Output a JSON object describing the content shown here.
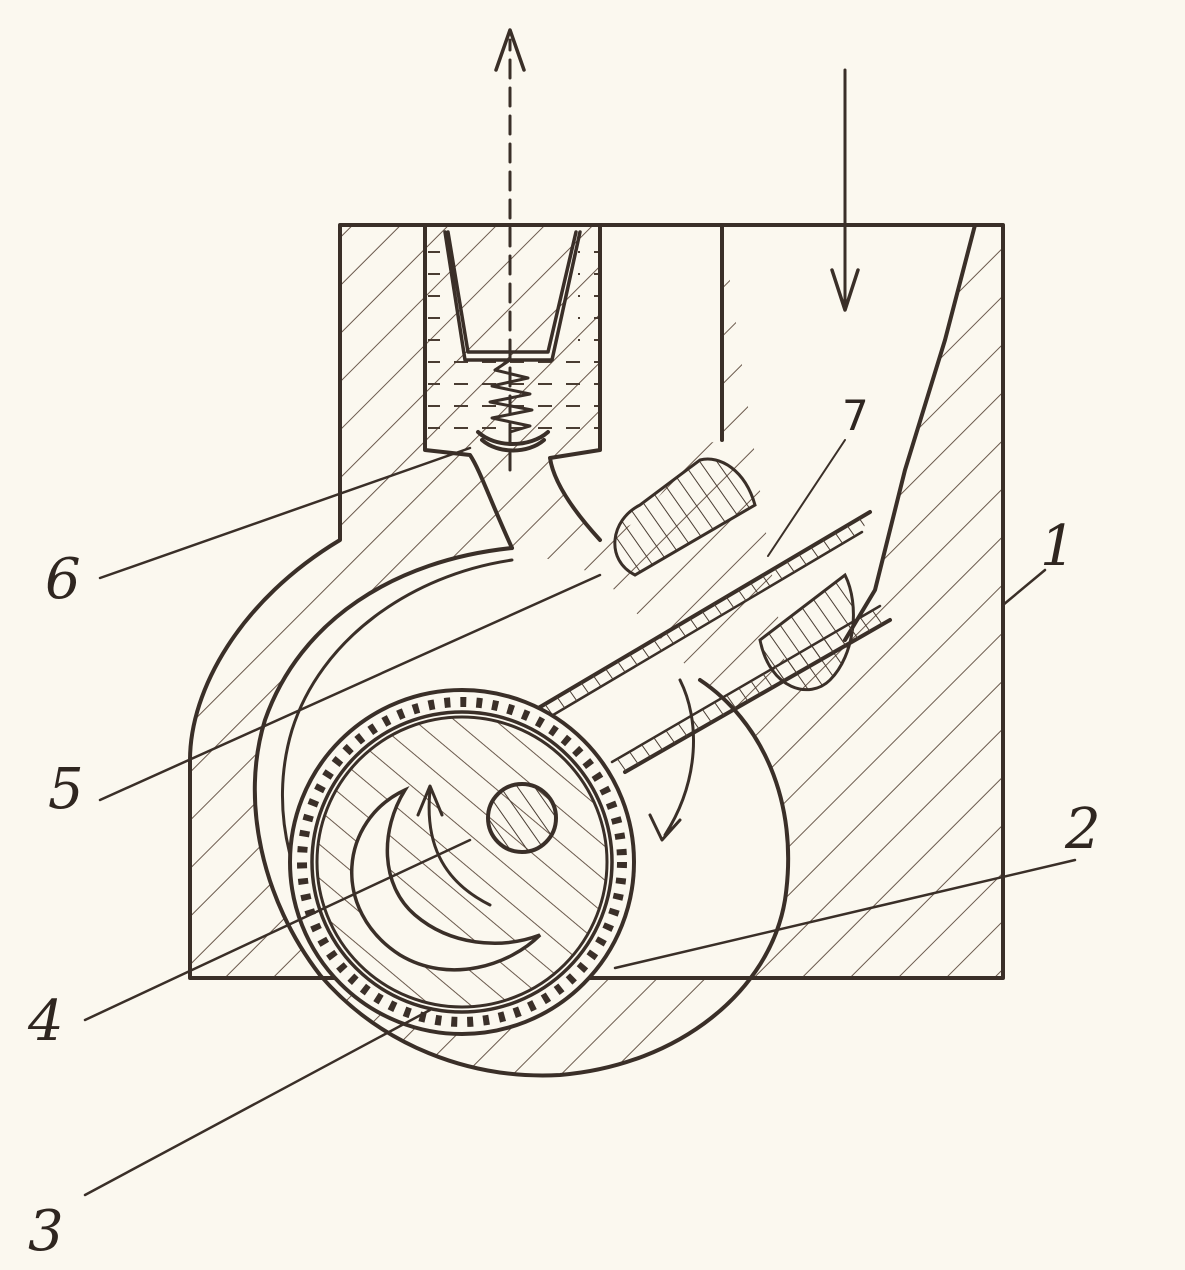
{
  "callouts": [
    {
      "id": "1",
      "text": "1"
    },
    {
      "id": "2",
      "text": "2"
    },
    {
      "id": "3",
      "text": "3"
    },
    {
      "id": "4",
      "text": "4"
    },
    {
      "id": "5",
      "text": "5"
    },
    {
      "id": "6",
      "text": "6"
    },
    {
      "id": "7",
      "text": "7"
    }
  ],
  "colors": {
    "paper": "#fbf8ef",
    "ink": "#3a2f28",
    "hatch": "#6b5a4d"
  }
}
